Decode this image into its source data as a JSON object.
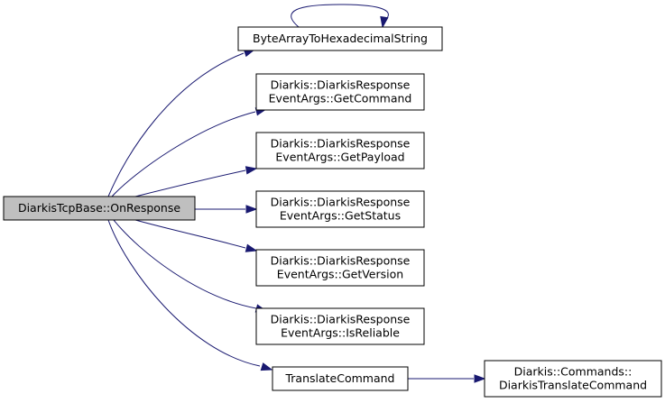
{
  "graph": {
    "root": {
      "id": "root",
      "lines": [
        "DiarkisTcpBase::OnResponse"
      ],
      "fill": "#bfbfbf"
    },
    "callees": [
      {
        "id": "n1",
        "lines": [
          "ByteArrayToHexadecimalString"
        ],
        "fill": "#ffffff"
      },
      {
        "id": "n2",
        "lines": [
          "Diarkis::DiarkisResponse",
          "EventArgs::GetCommand"
        ],
        "fill": "#ffffff"
      },
      {
        "id": "n3",
        "lines": [
          "Diarkis::DiarkisResponse",
          "EventArgs::GetPayload"
        ],
        "fill": "#ffffff"
      },
      {
        "id": "n4",
        "lines": [
          "Diarkis::DiarkisResponse",
          "EventArgs::GetStatus"
        ],
        "fill": "#ffffff"
      },
      {
        "id": "n5",
        "lines": [
          "Diarkis::DiarkisResponse",
          "EventArgs::GetVersion"
        ],
        "fill": "#ffffff"
      },
      {
        "id": "n6",
        "lines": [
          "Diarkis::DiarkisResponse",
          "EventArgs::IsReliable"
        ],
        "fill": "#ffffff"
      },
      {
        "id": "n7",
        "lines": [
          "TranslateCommand"
        ],
        "fill": "#ffffff"
      },
      {
        "id": "n8",
        "lines": [
          "Diarkis::Commands::",
          "DiarkisTranslateCommand"
        ],
        "fill": "#ffffff"
      }
    ],
    "edges": [
      {
        "from": "root",
        "to": "n1"
      },
      {
        "from": "n1",
        "to": "n1"
      },
      {
        "from": "root",
        "to": "n2"
      },
      {
        "from": "root",
        "to": "n3"
      },
      {
        "from": "root",
        "to": "n4"
      },
      {
        "from": "root",
        "to": "n5"
      },
      {
        "from": "root",
        "to": "n6"
      },
      {
        "from": "root",
        "to": "n7"
      },
      {
        "from": "n7",
        "to": "n8"
      }
    ],
    "colors": {
      "edge": "#191970",
      "border": "#000000",
      "root_fill": "#bfbfbf",
      "node_fill": "#ffffff"
    }
  }
}
